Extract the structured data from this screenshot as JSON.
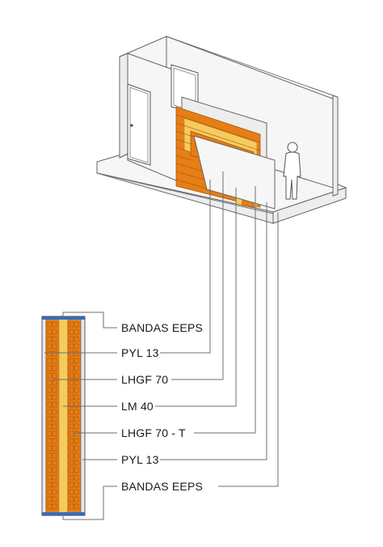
{
  "layers": [
    {
      "id": "bandas-eeps-top",
      "label": "BANDAS EEPS"
    },
    {
      "id": "pyl-13-a",
      "label": "PYL 13"
    },
    {
      "id": "lhgf-70",
      "label": "LHGF 70"
    },
    {
      "id": "lm-40",
      "label": "LM 40"
    },
    {
      "id": "lhgf-70-t",
      "label": "LHGF 70 - T"
    },
    {
      "id": "pyl-13-b",
      "label": "PYL 13"
    },
    {
      "id": "bandas-eeps-bottom",
      "label": "BANDAS EEPS"
    }
  ],
  "colors": {
    "brick": "#e67e16",
    "insulation": "#f6cb5e",
    "plasterboard": "#ededed",
    "eeps_band": "#2f6fc8",
    "leader": "#6f6f6f"
  }
}
